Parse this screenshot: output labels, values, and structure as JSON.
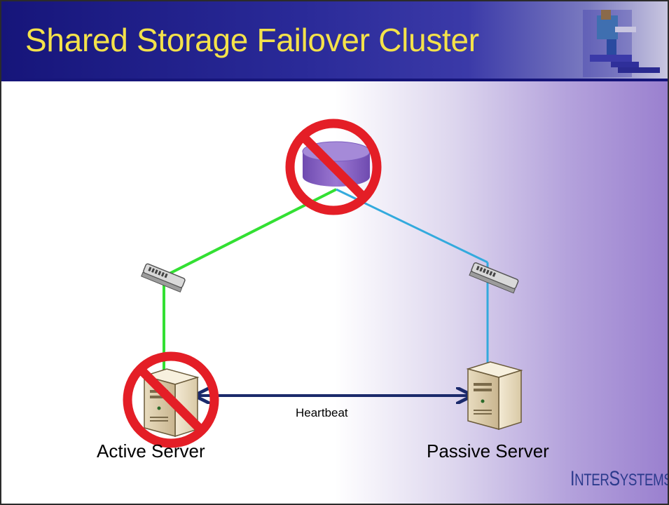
{
  "slide": {
    "title": "Shared Storage Failover Cluster",
    "brand": {
      "first": "I",
      "nter": "NTER",
      "s": "S",
      "ystems": "YSTEMS"
    }
  },
  "diagram": {
    "nodes": {
      "storage": {
        "icon": "database-icon",
        "color": "#8b63c4",
        "failed": true
      },
      "switch_left": {
        "icon": "network-switch-icon"
      },
      "switch_right": {
        "icon": "network-switch-icon"
      },
      "active_server": {
        "label": "Active Server",
        "icon": "server-tower-icon",
        "failed": true
      },
      "passive_server": {
        "label": "Passive Server",
        "icon": "server-tower-icon",
        "failed": false
      }
    },
    "links": {
      "active_path_color": "#33e033",
      "passive_path_color": "#33aadd",
      "heartbeat_color": "#1b2a6b",
      "heartbeat_label": "Heartbeat"
    },
    "failure_marker_color": "#e41e26"
  },
  "colors": {
    "title_text": "#f4e24a",
    "title_bar": "#16157a",
    "brand": "#2b3a8c"
  }
}
